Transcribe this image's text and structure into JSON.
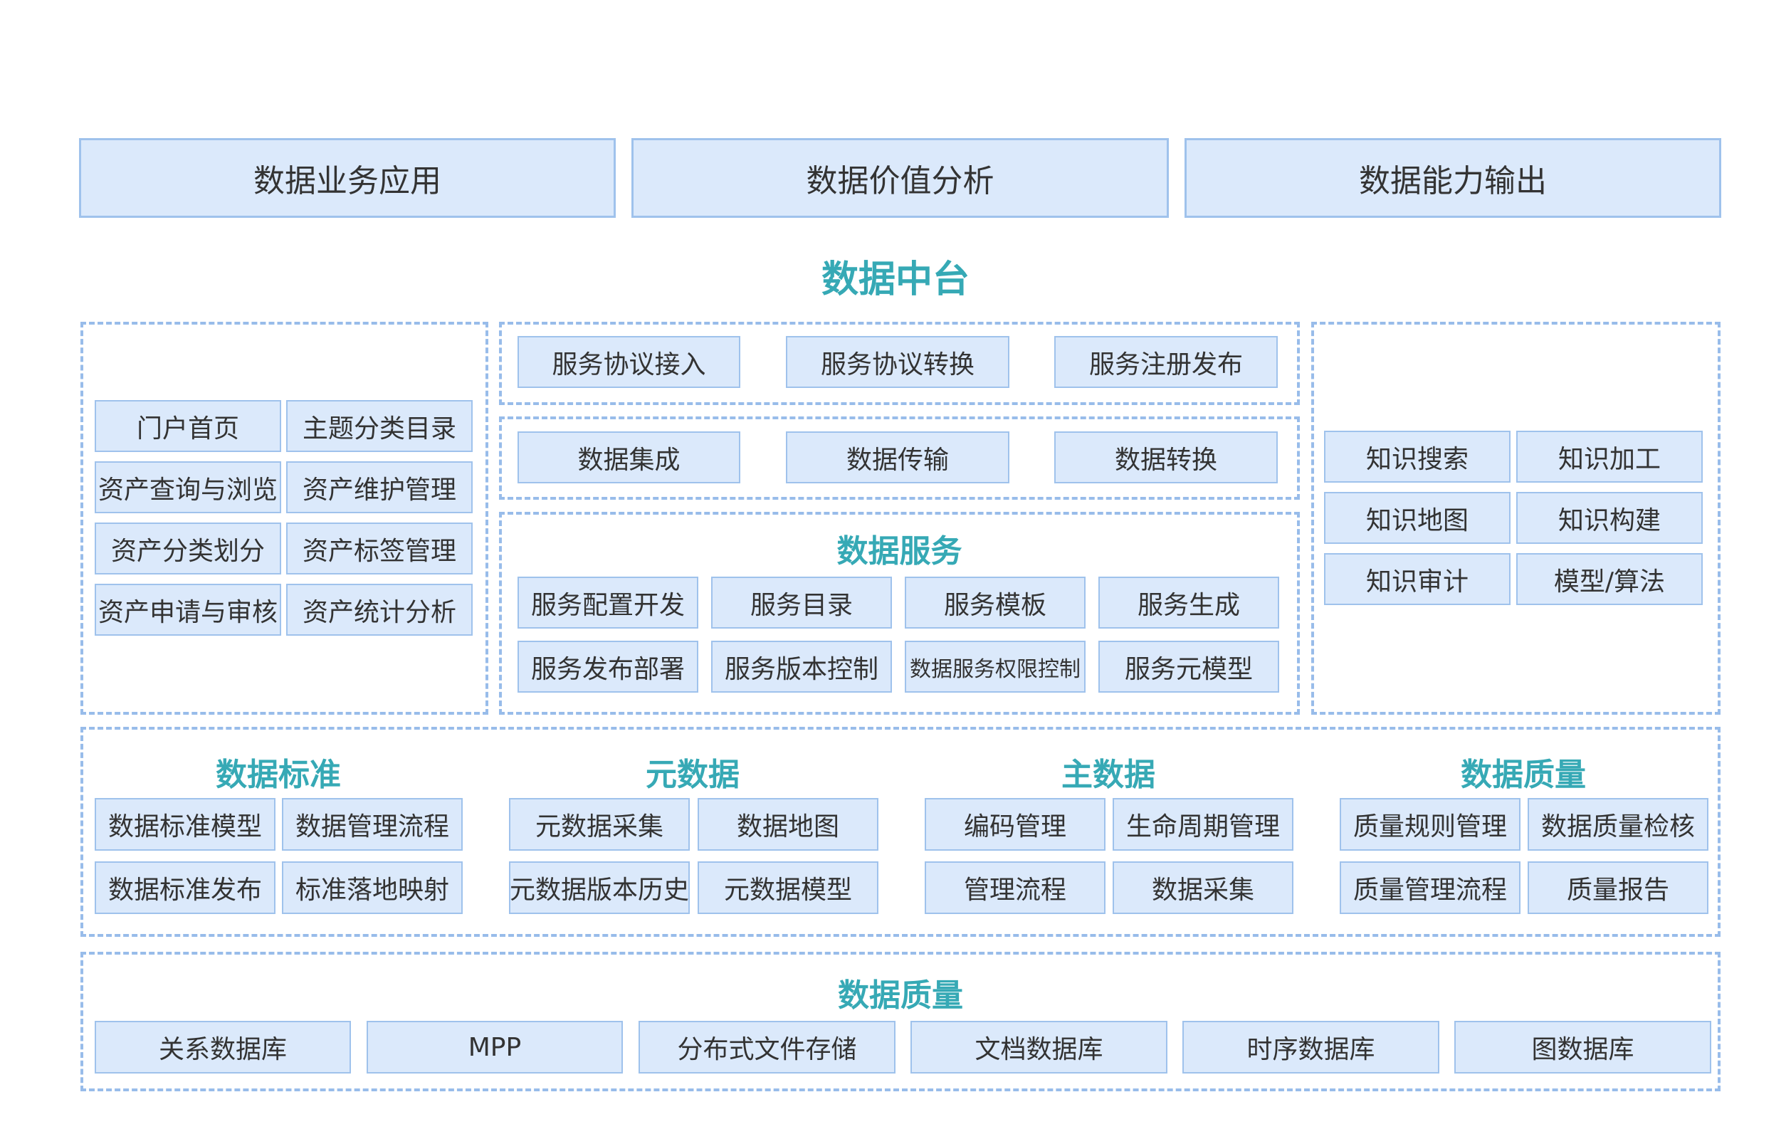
{
  "top_apps": [
    "数据业务应用",
    "数据价值分析",
    "数据能力输出"
  ],
  "platform_title": "数据中台",
  "portal": {
    "items": [
      "门户首页",
      "主题分类目录",
      "资产查询与浏览",
      "资产维护管理",
      "资产分类划分",
      "资产标签管理",
      "资产申请与审核",
      "资产统计分析"
    ]
  },
  "service_protocol": {
    "items": [
      "服务协议接入",
      "服务协议转换",
      "服务注册发布"
    ]
  },
  "data_transfer": {
    "items": [
      "数据集成",
      "数据传输",
      "数据转换"
    ]
  },
  "data_service": {
    "title": "数据服务",
    "items": [
      "服务配置开发",
      "服务目录",
      "服务模板",
      "服务生成",
      "服务发布部署",
      "服务版本控制",
      "数据服务权限控制",
      "服务元模型"
    ]
  },
  "knowledge": {
    "items": [
      "知识搜索",
      "知识加工",
      "知识地图",
      "知识构建",
      "知识审计",
      "模型/算法"
    ]
  },
  "governance": {
    "groups": [
      {
        "title": "数据标准",
        "items": [
          "数据标准模型",
          "数据管理流程",
          "数据标准发布",
          "标准落地映射"
        ]
      },
      {
        "title": "元数据",
        "items": [
          "元数据采集",
          "数据地图",
          "元数据版本历史",
          "元数据模型"
        ]
      },
      {
        "title": "主数据",
        "items": [
          "编码管理",
          "生命周期管理",
          "管理流程",
          "数据采集"
        ]
      },
      {
        "title": "数据质量",
        "items": [
          "质量规则管理",
          "数据质量检核",
          "质量管理流程",
          "质量报告"
        ]
      }
    ]
  },
  "storage": {
    "title": "数据质量",
    "items": [
      "关系数据库",
      "MPP",
      "分布式文件存储",
      "文档数据库",
      "时序数据库",
      "图数据库"
    ]
  },
  "colors": {
    "box_fill": "#dbe9fb",
    "box_border": "#9fc2ec",
    "dashed_border": "#98bcea",
    "title_teal": "#36a9b5",
    "text": "#333333"
  }
}
